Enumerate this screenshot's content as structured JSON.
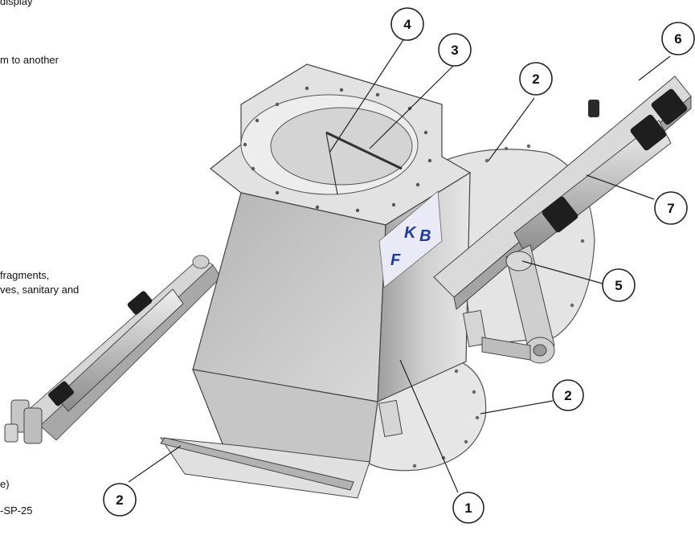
{
  "text_fragments": {
    "line_1": "display",
    "line_2": "m  to another",
    "line_3": "fragments,",
    "line_4": "ves,  sanitary and",
    "line_5": "e)",
    "line_6": "-SP-25"
  },
  "logo": {
    "letters": [
      "K",
      "F",
      "B"
    ]
  },
  "callouts": [
    {
      "id": "1",
      "label": "1"
    },
    {
      "id": "2a",
      "label": "2"
    },
    {
      "id": "2b",
      "label": "2"
    },
    {
      "id": "2c",
      "label": "2"
    },
    {
      "id": "3",
      "label": "3"
    },
    {
      "id": "4",
      "label": "4"
    },
    {
      "id": "5",
      "label": "5"
    },
    {
      "id": "6",
      "label": "6"
    },
    {
      "id": "7",
      "label": "7"
    }
  ],
  "colors": {
    "metal_light": "#dcdcdc",
    "metal_mid": "#b9b9b9",
    "metal_dark": "#8e8e8e",
    "outline": "#4a4a4a",
    "actuator_black": "#1e1e1e",
    "logo_blue": "#1e3a9a"
  }
}
